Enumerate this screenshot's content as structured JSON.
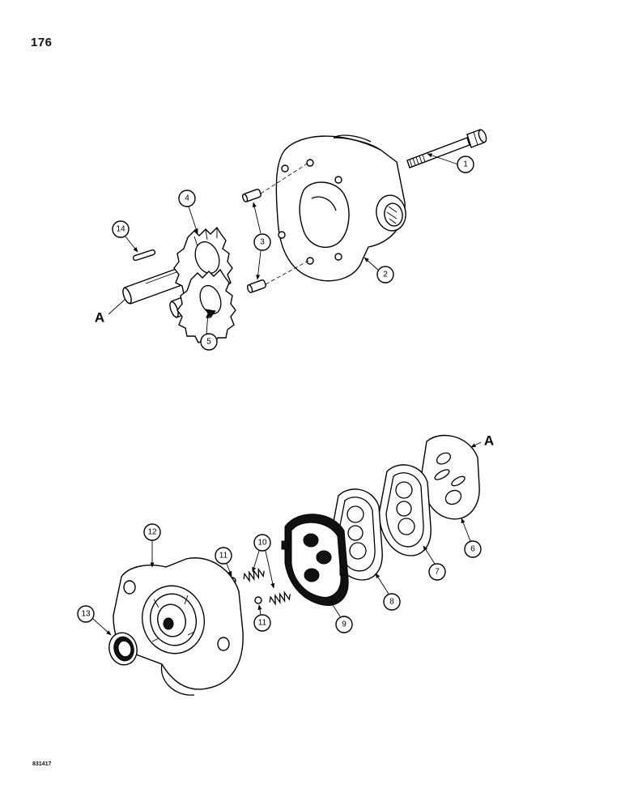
{
  "page": {
    "page_number": "176",
    "ref_code": "831417"
  },
  "callouts": {
    "c1": "1",
    "c2": "2",
    "c3": "3",
    "c4": "4",
    "c5": "5",
    "c6": "6",
    "c7": "7",
    "c8": "8",
    "c9": "9",
    "c10": "10",
    "c11a": "11",
    "c11b": "11",
    "c12": "12",
    "c13": "13",
    "c14": "14"
  },
  "view_markers": {
    "upper": "A",
    "lower": "A"
  }
}
